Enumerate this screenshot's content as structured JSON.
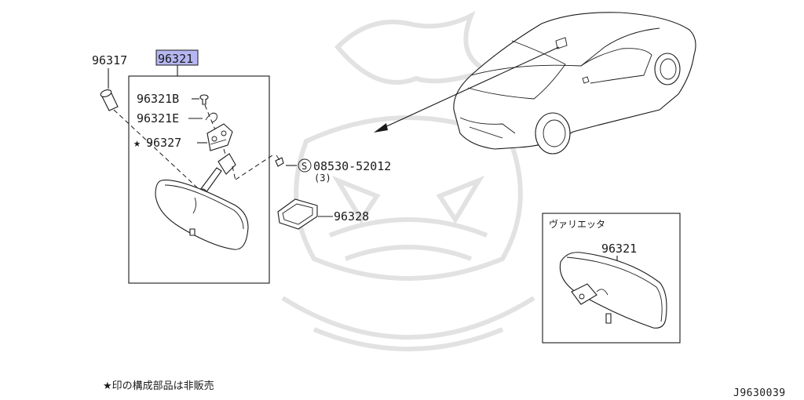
{
  "parts": {
    "main_label": "96321",
    "washer": "96317",
    "bolt": "96321B",
    "clip": "96321E",
    "bracket": "96327",
    "cover": "96328",
    "screw": "08530-52012",
    "screw_qty": "(3)",
    "variant_part": "96321"
  },
  "symbols": {
    "star": "★",
    "screw_marker": "S"
  },
  "variant_box": {
    "title": "ヴァリエッタ"
  },
  "footer": {
    "note": "★印の構成部品は非販売",
    "diagram_code": "J9630039"
  },
  "colors": {
    "highlight": "#b6b6f2",
    "ink": "#1a1a1a",
    "watermark": "#e2e2e2"
  }
}
